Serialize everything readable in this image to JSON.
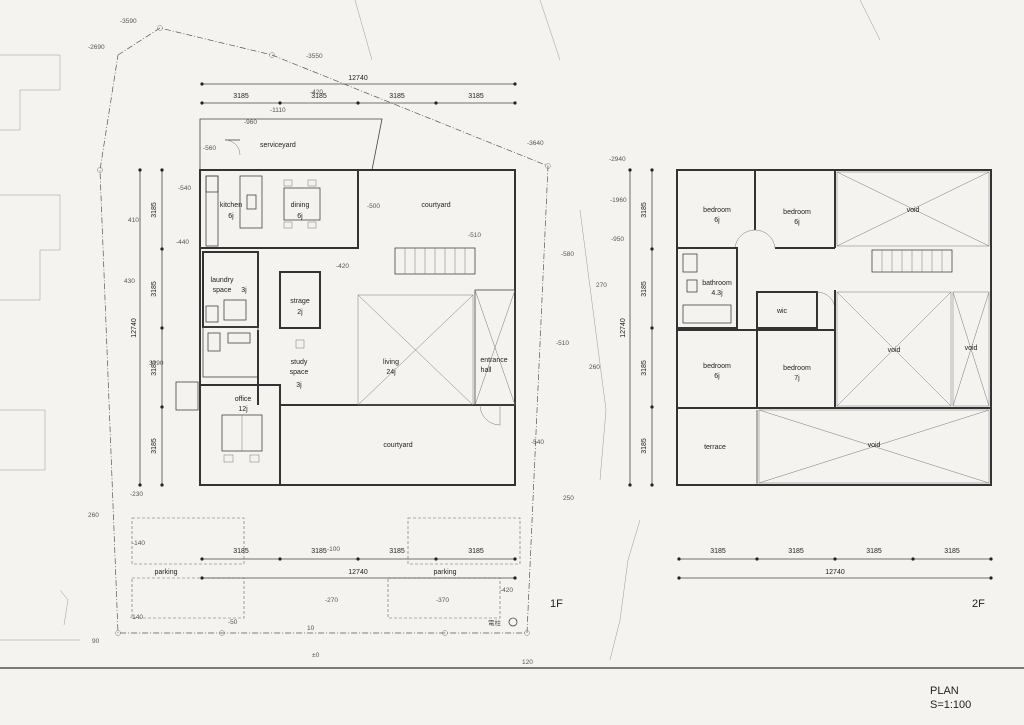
{
  "floor1": {
    "label": "1F",
    "rooms": {
      "serviceyard": "serviceyard",
      "kitchen": "kitchen",
      "kitchen_size": "6j",
      "dining": "dining",
      "dining_size": "6j",
      "courtyard_top": "courtyard",
      "laundry": "laundry",
      "laundry2": "space",
      "laundry_size": "3j",
      "storage": "strage",
      "storage_size": "2j",
      "study": "study",
      "study2": "space",
      "study_size": "3j",
      "living": "living",
      "living_size": "24j",
      "entrance": "entrance",
      "entrance2": "hall",
      "office": "office",
      "office_size": "12j",
      "courtyard_bottom": "courtyard",
      "parking_left": "parking",
      "parking_right": "parking"
    },
    "dims_top": [
      "3185",
      "3185",
      "3185",
      "3185"
    ],
    "total_top": "12740",
    "dims_left": [
      "3185",
      "3185",
      "3185",
      "3185"
    ],
    "total_left": "12740",
    "dims_bottom": [
      "3185",
      "3185",
      "3185",
      "3185"
    ],
    "total_bottom": "12740",
    "pole_label": "電柱"
  },
  "floor2": {
    "label": "2F",
    "rooms": {
      "bed1": "bedroom",
      "bed1_size": "6j",
      "bed2": "bedroom",
      "bed2_size": "6j",
      "void_top": "void",
      "bath": "bathroom",
      "bath_size": "4.3j",
      "wic": "wic",
      "void_mid": "void",
      "void_side": "void",
      "bed3": "bedroom",
      "bed3_size": "6j",
      "bed4": "bedroom",
      "bed4_size": "7j",
      "terrace": "terrace",
      "void_bottom": "void"
    },
    "dims_left": [
      "3185",
      "3185",
      "3185",
      "3185"
    ],
    "total_left": "12740",
    "dims_bottom": [
      "3185",
      "3185",
      "3185",
      "3185"
    ],
    "total_bottom": "12740"
  },
  "levels": {
    "l1": "-3590",
    "l2": "-2690",
    "l3": "-3550",
    "l4": "-1110",
    "l5": "-960",
    "l6": "-560",
    "l7": "-3640",
    "l8": "-2940",
    "l9": "-540",
    "l10": "-500",
    "l11": "-1960",
    "l12": "-440",
    "l13": "-510",
    "l14": "-950",
    "l15": "410",
    "l16": "-420",
    "l17": "-580",
    "l18": "430",
    "l19": "270",
    "l20": "-510",
    "l21": "260",
    "l22": "-540",
    "l23": "-230",
    "l24": "250",
    "l25": "260",
    "l26": "-140",
    "l27": "-100",
    "l28": "-270",
    "l29": "-370",
    "l30": "-140",
    "l31": "-50",
    "l32": "10",
    "l33": "-420",
    "l34": "90",
    "l35": "±0",
    "l36": "120",
    "l37": "3190",
    "l38": "-420"
  },
  "title": {
    "name": "PLAN",
    "scale": "S=1:100"
  }
}
